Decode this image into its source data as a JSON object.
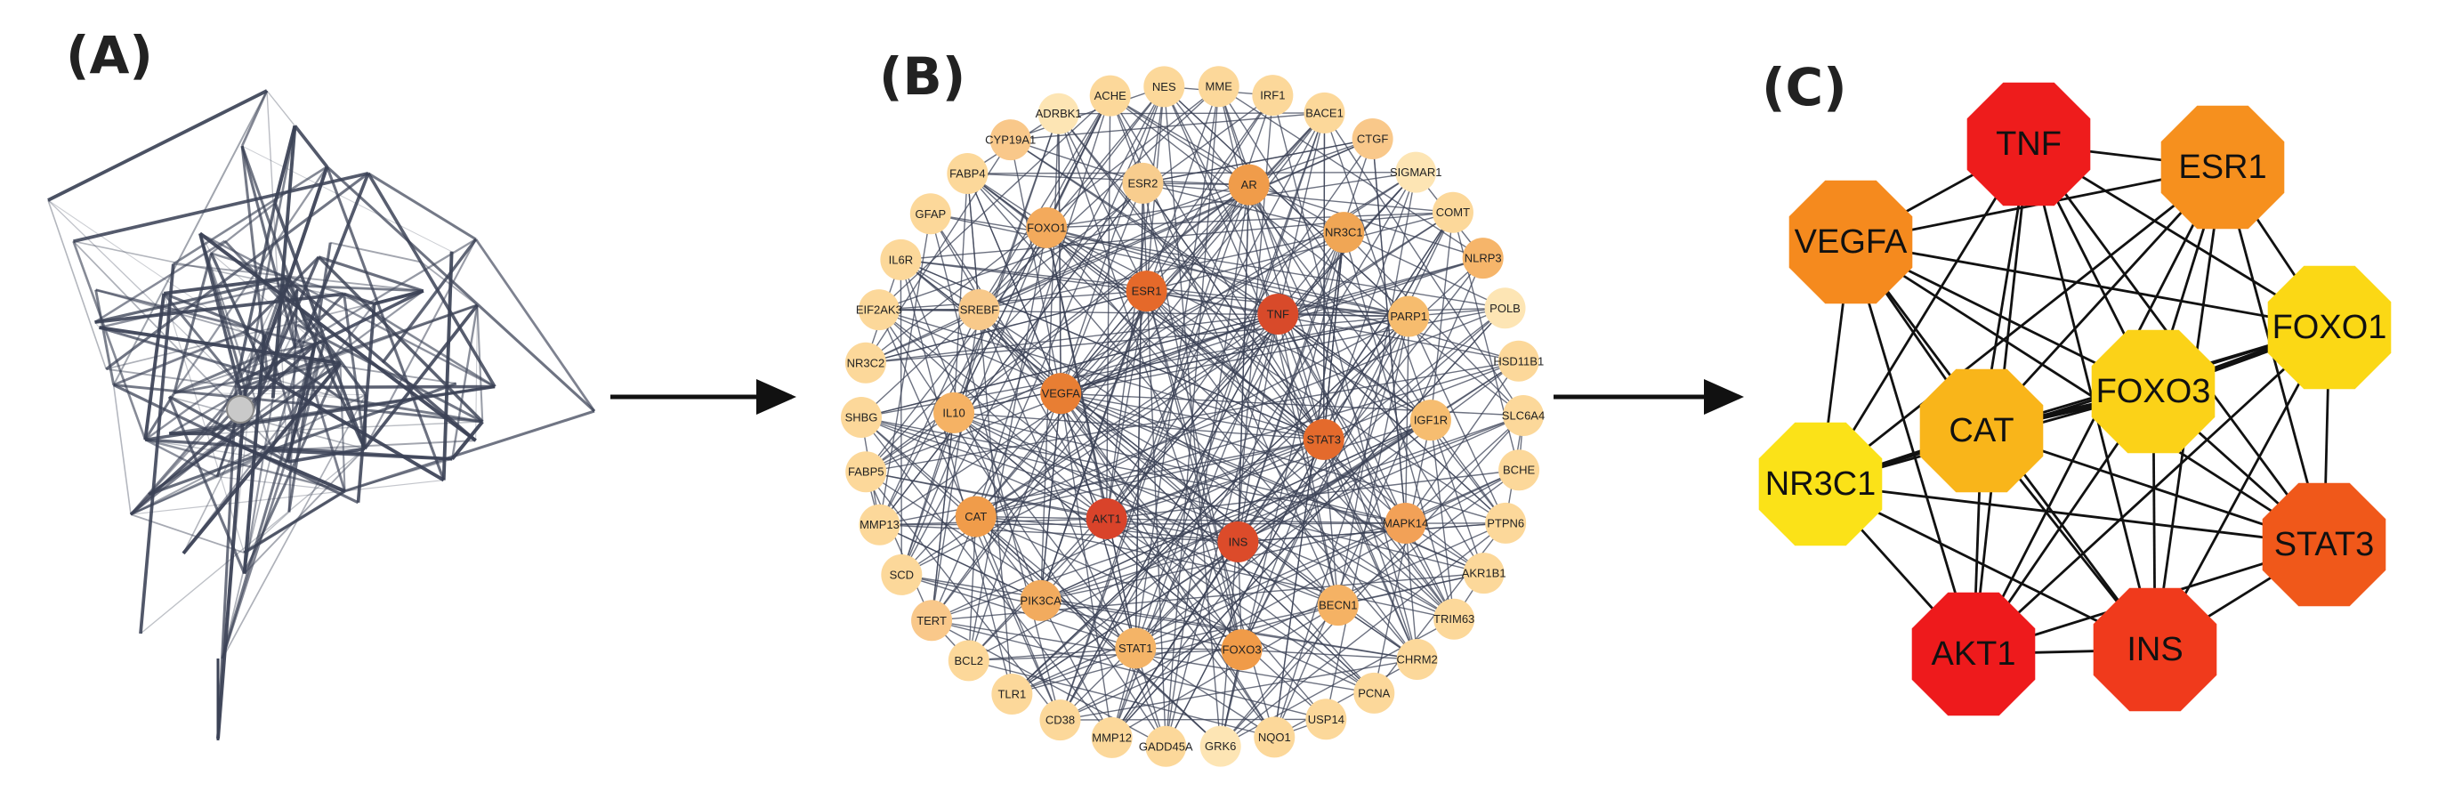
{
  "panels": {
    "a": {
      "label": "(A)"
    },
    "b": {
      "label": "(B)"
    },
    "c": {
      "label": "(C)"
    }
  },
  "colors": {
    "edge": "#3b4256",
    "arrow": "#111111",
    "node_c_edge": "#111111",
    "background": "#ffffff"
  },
  "network_b": {
    "inner": [
      {
        "name": "ESR1",
        "color": "#e5692a"
      },
      {
        "name": "TNF",
        "color": "#d84a2a"
      },
      {
        "name": "STAT3",
        "color": "#e46a2c"
      },
      {
        "name": "INS",
        "color": "#dc4b2a"
      },
      {
        "name": "AKT1",
        "color": "#d9432a"
      },
      {
        "name": "VEGFA",
        "color": "#e87e33"
      }
    ],
    "middle": [
      {
        "name": "AR",
        "color": "#f09c4a"
      },
      {
        "name": "NR3C1",
        "color": "#f0a655"
      },
      {
        "name": "PARP1",
        "color": "#f6bc6e"
      },
      {
        "name": "IGF1R",
        "color": "#f6bd70"
      },
      {
        "name": "MAPK14",
        "color": "#f2a157"
      },
      {
        "name": "BECN1",
        "color": "#f5b264"
      },
      {
        "name": "FOXO3",
        "color": "#f09b48"
      },
      {
        "name": "STAT1",
        "color": "#f4b467"
      },
      {
        "name": "PIK3CA",
        "color": "#f2ab5e"
      },
      {
        "name": "CAT",
        "color": "#f09c4a"
      },
      {
        "name": "IL10",
        "color": "#f5b264"
      },
      {
        "name": "SREBF",
        "color": "#f8c98a"
      },
      {
        "name": "FOXO1",
        "color": "#f3aa5c"
      },
      {
        "name": "ESR2",
        "color": "#f8cd8e"
      }
    ],
    "outer": [
      {
        "name": "MME",
        "color": "#fcd89a"
      },
      {
        "name": "IRF1",
        "color": "#fcd89a"
      },
      {
        "name": "BACE1",
        "color": "#fcd89a"
      },
      {
        "name": "CTGF",
        "color": "#f9c88a"
      },
      {
        "name": "SIGMAR1",
        "color": "#fde5b4"
      },
      {
        "name": "COMT",
        "color": "#fcd89a"
      },
      {
        "name": "NLRP3",
        "color": "#f6b56a"
      },
      {
        "name": "POLB",
        "color": "#fde5b4"
      },
      {
        "name": "HSD11B1",
        "color": "#fcd89a"
      },
      {
        "name": "SLC6A4",
        "color": "#fcd89a"
      },
      {
        "name": "BCHE",
        "color": "#fcd89a"
      },
      {
        "name": "PTPN6",
        "color": "#fcd89a"
      },
      {
        "name": "AKR1B1",
        "color": "#fcd89a"
      },
      {
        "name": "TRIM63",
        "color": "#fcd89a"
      },
      {
        "name": "CHRM2",
        "color": "#fcd89a"
      },
      {
        "name": "PCNA",
        "color": "#fcd89a"
      },
      {
        "name": "USP14",
        "color": "#fcd89a"
      },
      {
        "name": "NQO1",
        "color": "#fcd89a"
      },
      {
        "name": "GRK6",
        "color": "#fde5b4"
      },
      {
        "name": "GADD45A",
        "color": "#fcd89a"
      },
      {
        "name": "MMP12",
        "color": "#fcd89a"
      },
      {
        "name": "CD38",
        "color": "#fcd89a"
      },
      {
        "name": "TLR1",
        "color": "#fcd89a"
      },
      {
        "name": "BCL2",
        "color": "#fcd89a"
      },
      {
        "name": "TERT",
        "color": "#f9c88a"
      },
      {
        "name": "SCD",
        "color": "#fcd89a"
      },
      {
        "name": "MMP13",
        "color": "#fcd89a"
      },
      {
        "name": "FABP5",
        "color": "#fcd89a"
      },
      {
        "name": "SHBG",
        "color": "#fcd89a"
      },
      {
        "name": "NR3C2",
        "color": "#fcd89a"
      },
      {
        "name": "EIF2AK3",
        "color": "#fcd89a"
      },
      {
        "name": "IL6R",
        "color": "#fcd89a"
      },
      {
        "name": "GFAP",
        "color": "#fcd89a"
      },
      {
        "name": "FABP4",
        "color": "#fcd89a"
      },
      {
        "name": "CYP19A1",
        "color": "#f9c88a"
      },
      {
        "name": "ADRBK1",
        "color": "#fde5b4"
      },
      {
        "name": "ACHE",
        "color": "#fcd89a"
      },
      {
        "name": "NES",
        "color": "#fcd89a"
      }
    ]
  },
  "network_c": {
    "nodes": [
      {
        "name": "TNF",
        "color": "#ee1c1c"
      },
      {
        "name": "ESR1",
        "color": "#f6901e"
      },
      {
        "name": "VEGFA",
        "color": "#f58a1e"
      },
      {
        "name": "FOXO1",
        "color": "#fbd815"
      },
      {
        "name": "FOXO3",
        "color": "#fbd218"
      },
      {
        "name": "CAT",
        "color": "#f9b51a"
      },
      {
        "name": "NR3C1",
        "color": "#fbe218"
      },
      {
        "name": "STAT3",
        "color": "#f0581a"
      },
      {
        "name": "AKT1",
        "color": "#ee1a1c"
      },
      {
        "name": "INS",
        "color": "#f03a1c"
      }
    ]
  }
}
